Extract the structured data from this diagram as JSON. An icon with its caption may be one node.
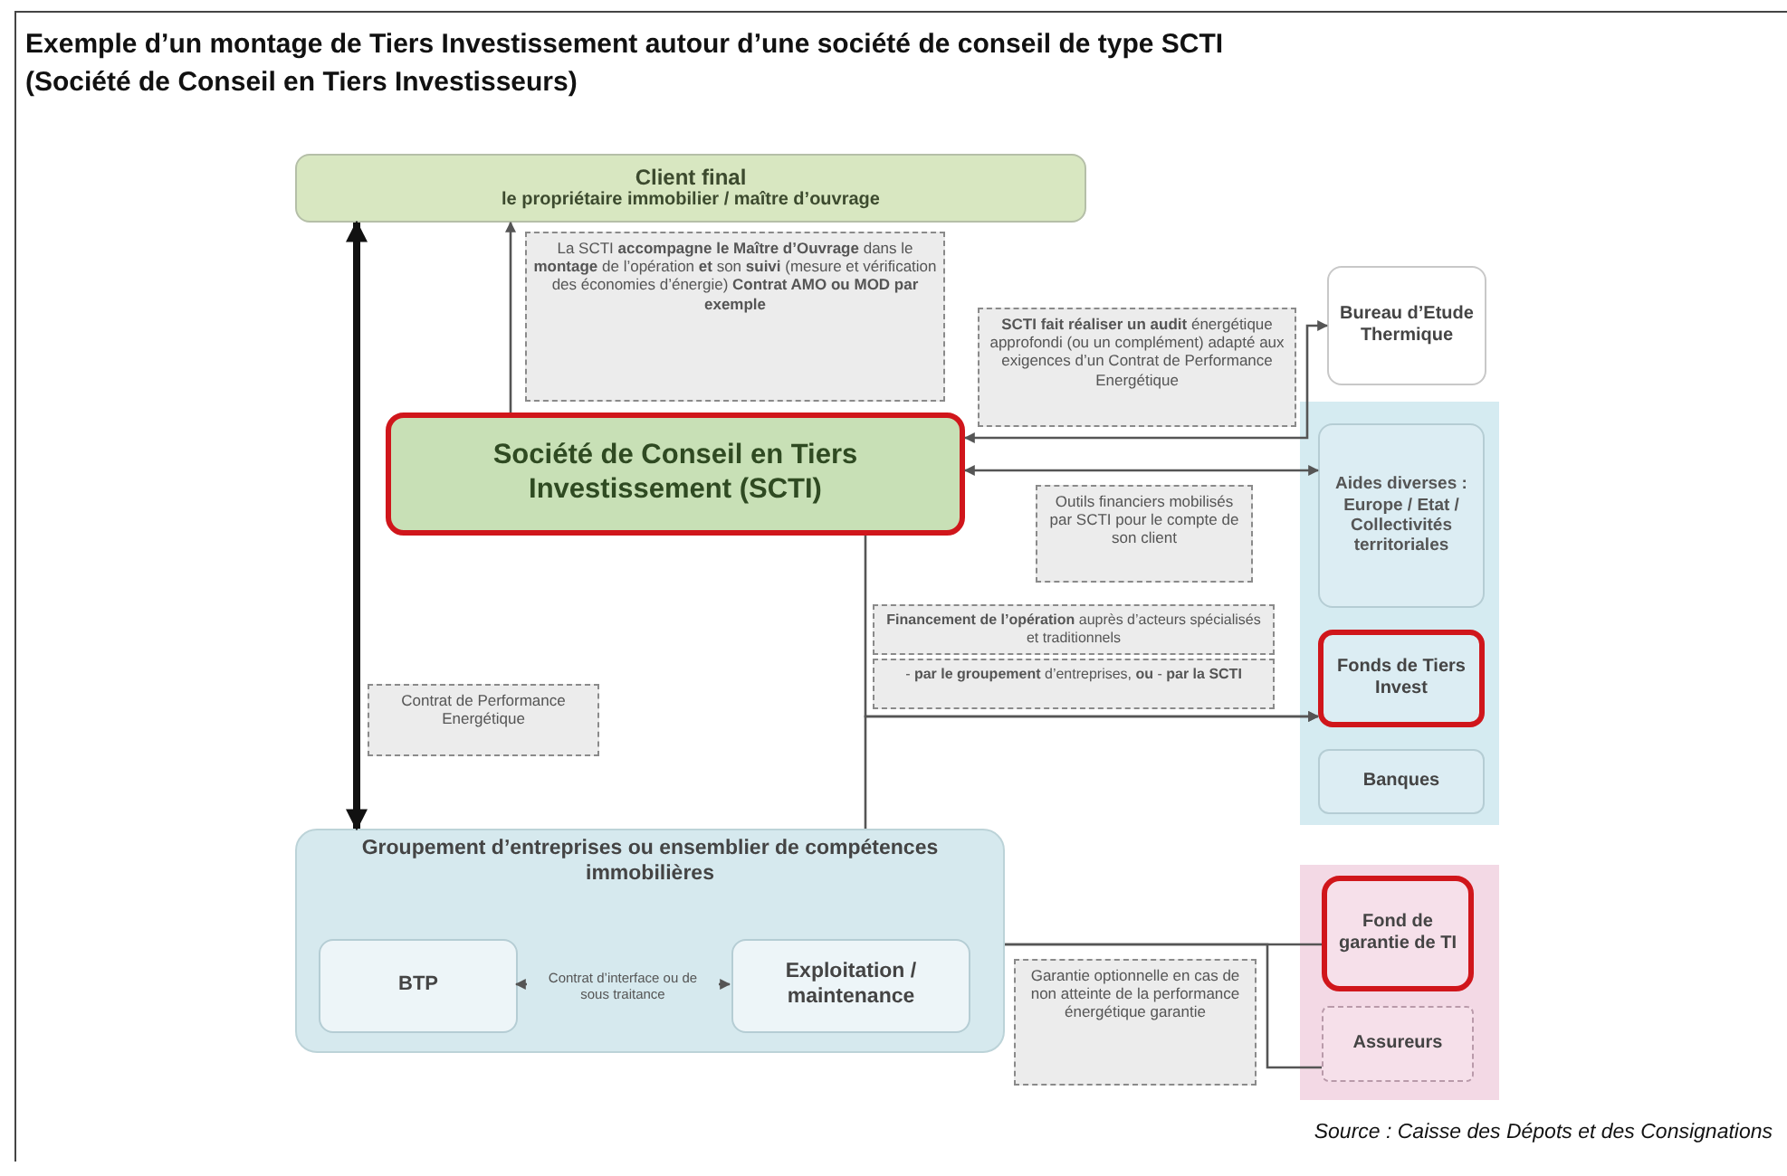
{
  "diagram": {
    "title": "Exemple d’un montage de Tiers Investissement autour d’une société de conseil de type SCTI (Société de Conseil en Tiers Investisseurs)",
    "caption": "Source : Caisse des Dépots et des Consignations",
    "nodes": [
      {
        "text": [
          "Client final",
          "le propriétaire immobilier / maître d’ouvrage"
        ]
      },
      {
        "text": [
          "Société de Conseil en Tiers Investissement (SCTI)"
        ]
      },
      {
        "text": [
          "Bureau d’Etude Thermique"
        ]
      },
      {
        "text": [],
        "shape": "box"
      },
      {
        "text": [
          "**Aides diverses** : Europe / Etat / Collectivités territoriales"
        ],
        "in": 3
      },
      {
        "text": [
          "Fonds de Tiers Invest"
        ],
        "in": 3
      },
      {
        "text": [
          "Banques"
        ],
        "in": 3
      },
      {
        "text": [
          "Groupement d’entreprises ou ensemblier de compétences immobilières"
        ]
      },
      {
        "text": [
          "BTP"
        ],
        "in": 7
      },
      {
        "text": [
          "Exploitation / maintenance"
        ],
        "in": 7
      },
      {
        "text": [],
        "shape": "box"
      },
      {
        "text": [
          "Fond de garantie de TI"
        ],
        "in": 10
      },
      {
        "text": [
          "Assureurs"
        ],
        "in": 10
      }
    ],
    "edges": [
      {
        "from": 1,
        "to": 0,
        "arrow": "to",
        "label": "La SCTI **accompagne le Maître d’Ouvrage** dans le **montage** de l’opération **et** son **suivi** (mesure et vérification des économies d’énergie) **Contrat AMO ou MOD par exemple**"
      },
      {
        "from": 0,
        "to": 7,
        "arrow": "both",
        "style": "thick",
        "label": "Contrat de Performance Energétique"
      },
      {
        "from": 1,
        "to": 2,
        "arrow": "both",
        "label": "**SCTI fait réaliser un audit** énergétique approfondi (ou un complément) adapté aux exigences d’un Contrat de Performance Energétique"
      },
      {
        "from": 1,
        "to": 4,
        "arrow": "both",
        "label": "Outils financiers mobilisés par SCTI pour le compte de son client"
      },
      {
        "from": 1,
        "to": 5,
        "arrow": "to",
        "label": "**Financement de l’opération** auprès d’acteurs spécialisés et traditionnels"
      },
      {
        "from": 7,
        "to": 5,
        "arrow": "to",
        "label": "- **par le groupement** d’entreprises, **ou** - **par la SCTI**"
      },
      {
        "from": 8,
        "to": 9,
        "arrow": "both",
        "label": "Contrat d’interface ou de sous traitance"
      },
      {
        "from": 7,
        "to": 11,
        "arrow": "none",
        "label": "Garantie optionnelle en cas de non atteinte de la performance énergétique garantie"
      },
      {
        "from": 7,
        "to": 12,
        "arrow": "none"
      }
    ]
  }
}
